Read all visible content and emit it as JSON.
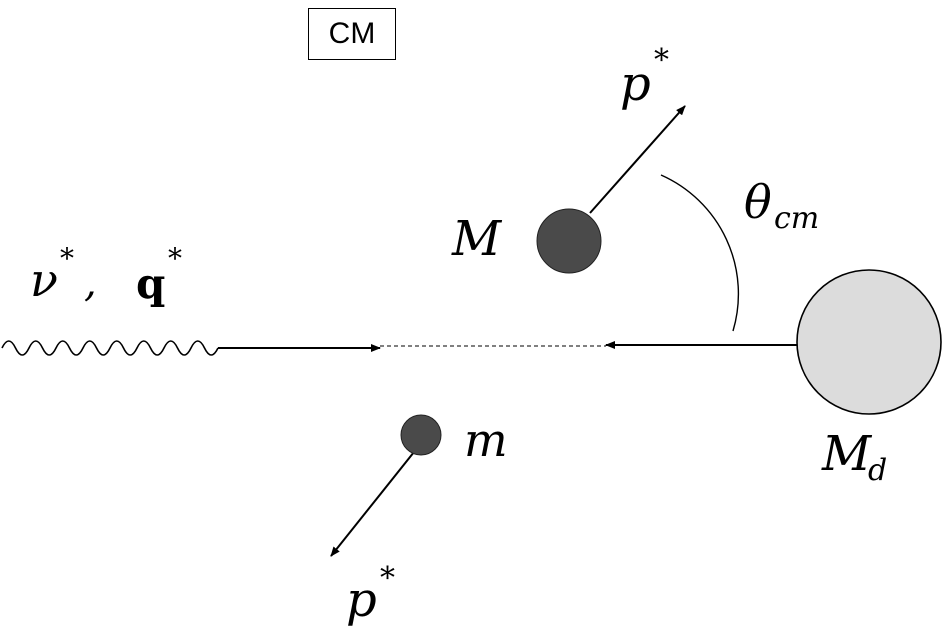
{
  "frame_label": "CM",
  "labels": {
    "nu": "ν",
    "star": "*",
    "comma": ",",
    "q": "q",
    "M": "M",
    "m": "m",
    "Md_main": "M",
    "Md_sub": "d",
    "p": "p",
    "theta": "θ",
    "theta_sub": "cm"
  },
  "colors": {
    "dark_particle": "#4a4a4a",
    "light_particle": "#dcdcdc",
    "stroke": "#000000"
  }
}
